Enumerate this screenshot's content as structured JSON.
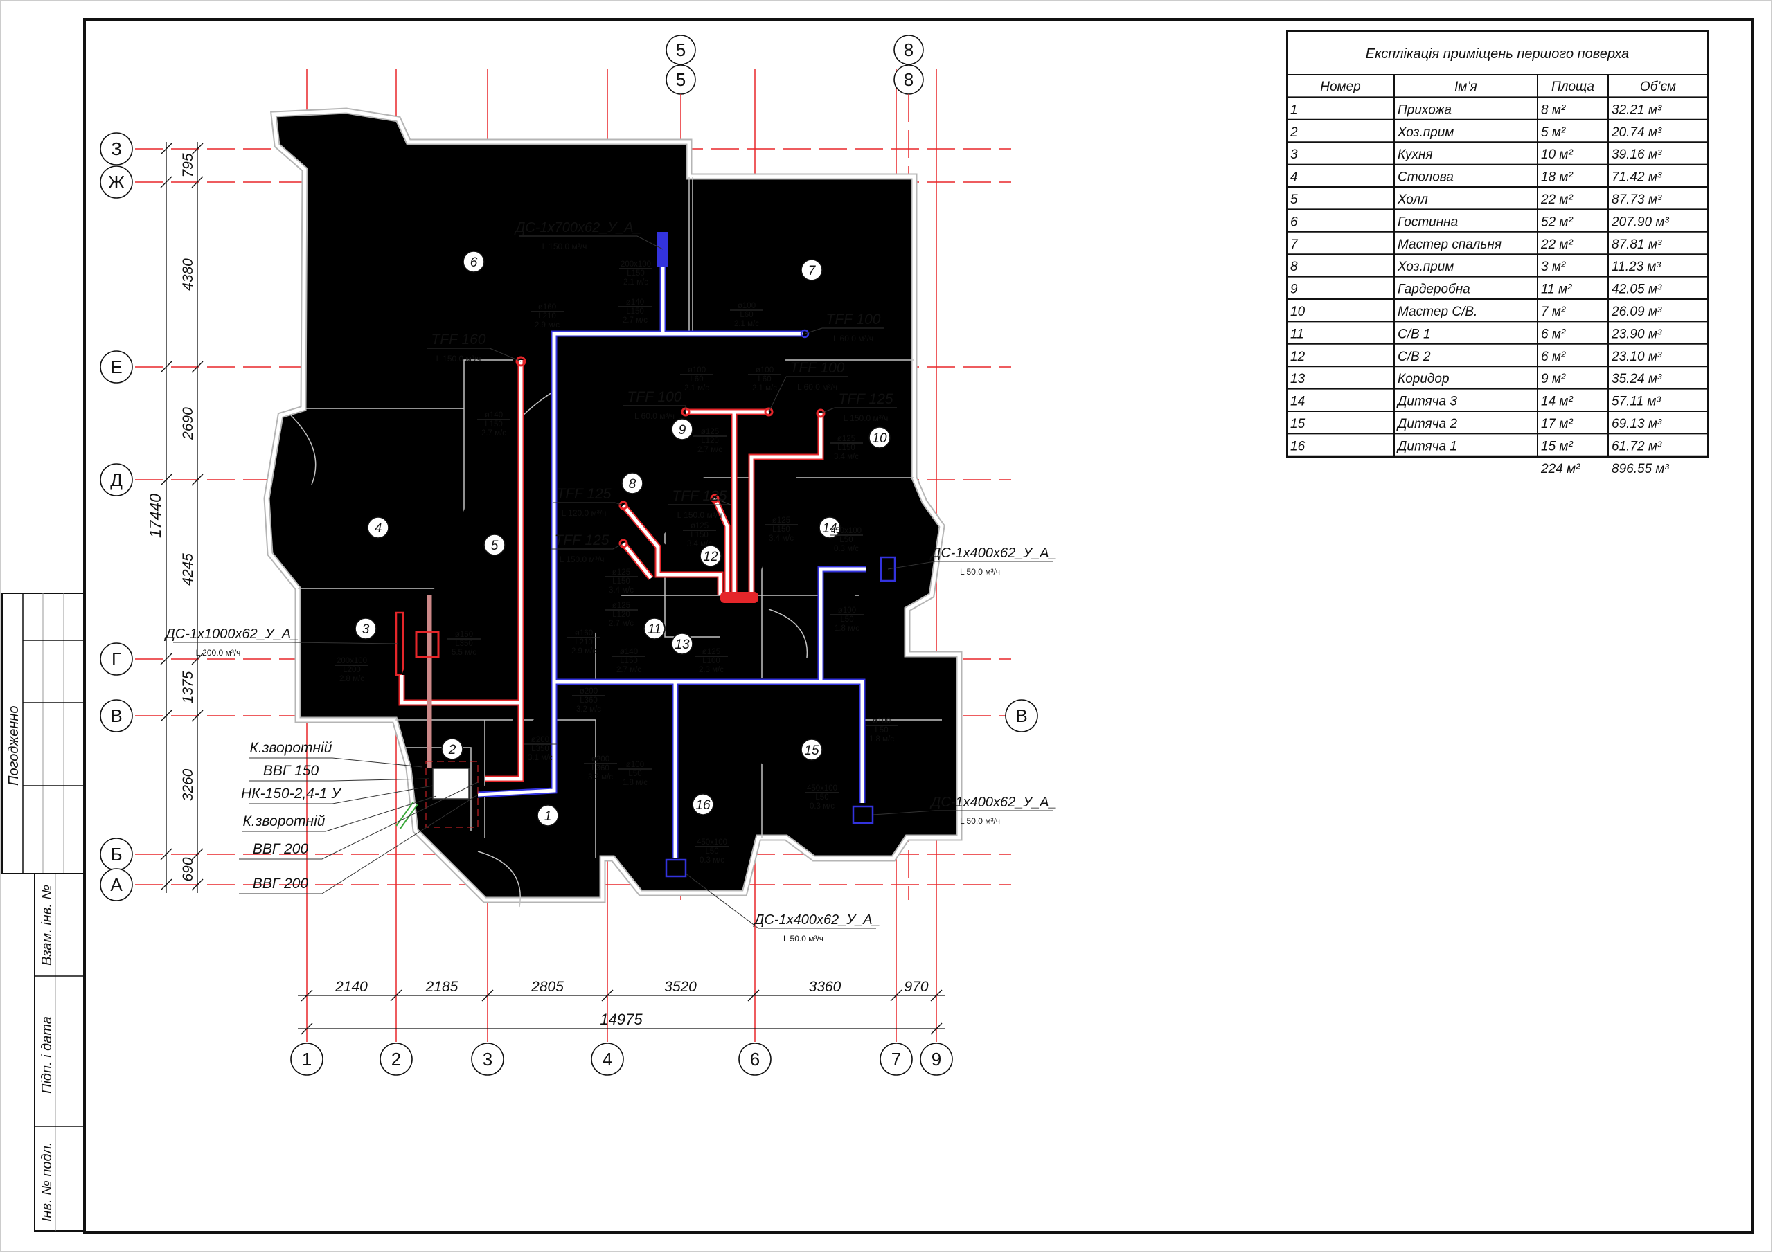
{
  "stamp": {
    "agreed": "Погодженно",
    "replaced_inv": "Взам. інв. №",
    "sign_date": "Підп. і дата",
    "inv_original": "Інв. № подл."
  },
  "table": {
    "title": "Експлікація приміщень першого поверха",
    "headers": [
      "Номер",
      "Ім’я",
      "Площа",
      "Об’єм"
    ],
    "rows": [
      [
        "1",
        "Прихожа",
        "8 м²",
        "32.21 м³"
      ],
      [
        "2",
        "Хоз.прим",
        "5 м²",
        "20.74 м³"
      ],
      [
        "3",
        "Кухня",
        "10 м²",
        "39.16 м³"
      ],
      [
        "4",
        "Столова",
        "18 м²",
        "71.42 м³"
      ],
      [
        "5",
        "Холл",
        "22 м²",
        "87.73 м³"
      ],
      [
        "6",
        "Гостинна",
        "52 м²",
        "207.90 м³"
      ],
      [
        "7",
        "Мастер спальня",
        "22 м²",
        "87.81 м³"
      ],
      [
        "8",
        "Хоз.прим",
        "3 м²",
        "11.23 м³"
      ],
      [
        "9",
        "Гардеробна",
        "11 м²",
        "42.05 м³"
      ],
      [
        "10",
        "Мастер С/В.",
        "7 м²",
        "26.09 м³"
      ],
      [
        "11",
        "С/В 1",
        "6 м²",
        "23.90 м³"
      ],
      [
        "12",
        "С/В 2",
        "6 м²",
        "23.10 м³"
      ],
      [
        "13",
        "Коридор",
        "9 м²",
        "35.24 м³"
      ],
      [
        "14",
        "Дитяча 3",
        "14 м²",
        "57.11 м³"
      ],
      [
        "15",
        "Дитяча 2",
        "17 м²",
        "69.13 м³"
      ],
      [
        "16",
        "Дитяча 1",
        "15 м²",
        "61.72 м³"
      ],
      [
        "",
        "",
        "224 м²",
        "896.55 м³"
      ]
    ]
  },
  "axes": {
    "rows": [
      "З",
      "Ж",
      "Е",
      "Д",
      "Г",
      "В",
      "Б",
      "А"
    ],
    "row_right": "В",
    "columns_bottom": [
      "1",
      "2",
      "3",
      "4",
      "6",
      "7",
      "9"
    ],
    "columns_top": [
      "5",
      "5",
      "8",
      "8"
    ]
  },
  "dimensions": {
    "vertical": [
      "795",
      "4380",
      "2690",
      "4245",
      "1375",
      "3260",
      "690"
    ],
    "vertical_total": "17440",
    "horizontal": [
      "2140",
      "2185",
      "2805",
      "3520",
      "3360",
      "970"
    ],
    "horizontal_total": "14975"
  },
  "rooms": [
    "6",
    "7",
    "9",
    "10",
    "8",
    "14",
    "12",
    "4",
    "5",
    "3",
    "11",
    "13",
    "2",
    "15",
    "1",
    "16"
  ],
  "equipment": [
    {
      "name": "ДС-1x700x62_У_А_",
      "flow": "L  150.0 м³/ч"
    },
    {
      "name": "TFF 100",
      "flow": "L  60.0 м³/ч"
    },
    {
      "name": "TFF 160",
      "flow": "L  150.0 м³/ч"
    },
    {
      "name": "TFF 100",
      "flow": "L  60.0 м³/ч"
    },
    {
      "name": "TFF 100",
      "flow": "L  60.0 м³/ч"
    },
    {
      "name": "TFF 125",
      "flow": "L  150.0 м³/ч"
    },
    {
      "name": "TFF 125",
      "flow": "L  120.0 м³/ч"
    },
    {
      "name": "TFF 125",
      "flow": "L  150.0 м³/ч"
    },
    {
      "name": "TFF 125",
      "flow": "L  150.0 м³/ч"
    },
    {
      "name": "ДС-1x400x62_У_А_",
      "flow": "L  50.0 м³/ч"
    },
    {
      "name": "ДС-1x1000x62_У_А_",
      "flow": "L  200.0 м³/ч"
    },
    {
      "name": "ДС-1x400x62_У_А_",
      "flow": "L  50.0 м³/ч"
    },
    {
      "name": "ДС-1x400x62_У_А_",
      "flow": "L  50.0 м³/ч"
    }
  ],
  "unit_labels": [
    "К.зворотній",
    "ВВГ 150",
    "НК-150-2,4-1 У",
    "К.зворотній",
    "ВВГ 200",
    "ВВГ 200"
  ],
  "duct_labels": [
    [
      "200x100",
      "L150",
      "2.1 м/с"
    ],
    [
      "ø140",
      "L150",
      "2.7 м/с"
    ],
    [
      "ø160",
      "L210",
      "2.9 м/с"
    ],
    [
      "ø100",
      "L60",
      "2.1 м/с"
    ],
    [
      "ø100",
      "L60",
      "2.1 м/с"
    ],
    [
      "ø100",
      "L60",
      "2.1 м/с"
    ],
    [
      "ø140",
      "L150",
      "2.7 м/с"
    ],
    [
      "ø125",
      "L120",
      "2.7 м/с"
    ],
    [
      "ø125",
      "L150",
      "3.4 м/с"
    ],
    [
      "ø125",
      "L150",
      "3.4 м/с"
    ],
    [
      "ø125",
      "L150",
      "3.4 м/с"
    ],
    [
      "ø125",
      "L150",
      "3.4 м/с"
    ],
    [
      "ø125",
      "L120",
      "2.7 м/с"
    ],
    [
      "200x100",
      "L200",
      "2.8 м/с"
    ],
    [
      "ø150",
      "L350",
      "5.5 м/с"
    ],
    [
      "ø160",
      "L210",
      "2.9 м/с"
    ],
    [
      "ø140",
      "L150",
      "2.7 м/с"
    ],
    [
      "ø125",
      "L100",
      "2.3 м/с"
    ],
    [
      "ø100",
      "L50",
      "1.8 м/с"
    ],
    [
      "450x100",
      "L50",
      "0.3 м/с"
    ],
    [
      "ø200",
      "L360",
      "3.2 м/с"
    ],
    [
      "ø200",
      "L350",
      "3.1 м/с"
    ],
    [
      "ø200",
      "L360",
      "3.2 м/с"
    ],
    [
      "ø100",
      "L50",
      "1.8 м/с"
    ],
    [
      "ø100",
      "L50",
      "1.8 м/с"
    ],
    [
      "450x100",
      "L50",
      "0.3 м/с"
    ],
    [
      "450x100",
      "L50",
      "0.3 м/с"
    ]
  ],
  "colors": {
    "supply": "#3333dd",
    "exhaust": "#e5262a",
    "axis": "#e8262a",
    "return_valve": "#3aa83a"
  }
}
